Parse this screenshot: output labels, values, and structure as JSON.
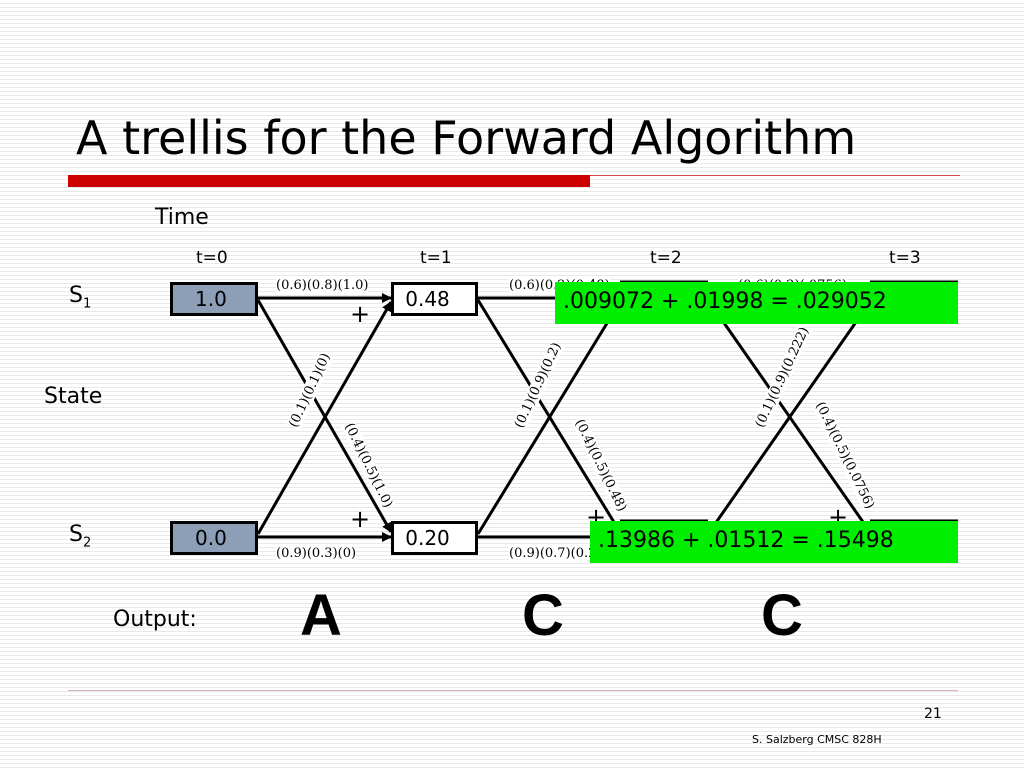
{
  "slide": {
    "title": "A trellis for the Forward Algorithm",
    "page_number": "21",
    "footer": "S. Salzberg CMSC 828H"
  },
  "labels": {
    "time": "Time",
    "state": "State",
    "s1_main": "S",
    "s1_sub": "1",
    "s2_main": "S",
    "s2_sub": "2",
    "output": "Output:"
  },
  "time_steps": [
    "t=0",
    "t=1",
    "t=2",
    "t=3"
  ],
  "nodes": {
    "s1_t0": "1.0",
    "s2_t0": "0.0",
    "s1_t1": "0.48",
    "s2_t1": "0.20"
  },
  "edges": {
    "t0_s1_s1": "(0.6)(0.8)(1.0)",
    "t0_s2_s2": "(0.9)(0.3)(0)",
    "t0_s2_s1": "(0.1)(0.1)(0)",
    "t0_s1_s2": "(0.4)(0.5)(1.0)",
    "t1_s1_s1": "(0.6)(0.2)(0.48)",
    "t1_s2_s2": "(0.9)(0.7)(0.2)",
    "t1_s2_s1": "(0.1)(0.9)(0.2)",
    "t1_s1_s2": "(0.4)(0.5)(0.48)",
    "t2_s1_s1": "(0.6)(0.2)(.0756)",
    "t2_s2_s1": "(0.1)(0.9)(0.222)",
    "t2_s1_s2": "(0.4)(0.5)(0.0756)"
  },
  "plus_sign": "+",
  "sums": {
    "s1": ".009072 + .01998 = .029052",
    "s2": ".13986 + .01512 = .15498"
  },
  "outputs": [
    "A",
    "C",
    "C"
  ],
  "colors": {
    "accent_red": "#cc0000",
    "node_fill": "#8c9fb7",
    "highlight_green": "#00ee00"
  }
}
